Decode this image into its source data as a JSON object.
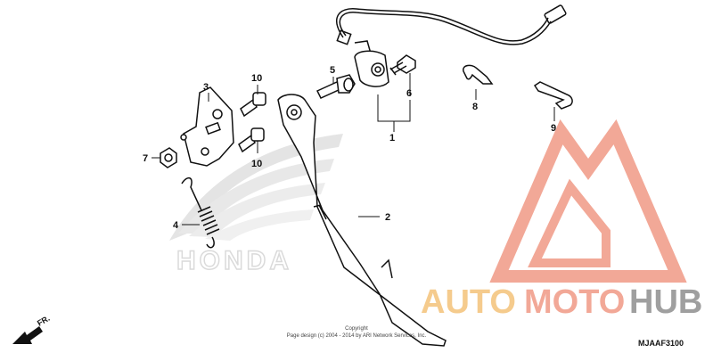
{
  "callouts": {
    "c1": "1",
    "c2": "2",
    "c3": "3",
    "c4": "4",
    "c5": "5",
    "c6": "6",
    "c7": "7",
    "c8": "8",
    "c9": "9",
    "c10a": "10",
    "c10b": "10"
  },
  "brand_logo_text": "HONDA",
  "watermark": {
    "auto": "AUTO",
    "moto": "MOTO",
    "hub": "HUB"
  },
  "direction": "FR.",
  "copyright": {
    "line1": "Copyright",
    "line2": "Page design (c) 2004 - 2014 by ARI Network Services, Inc."
  },
  "diagram_code": "MJAAF3100",
  "colors": {
    "line": "#111111",
    "watermark_red": "#f09a86",
    "watermark_orange": "#f4c27a",
    "watermark_gray": "#8f8f8f",
    "honda_gray": "#bdbdbd"
  }
}
